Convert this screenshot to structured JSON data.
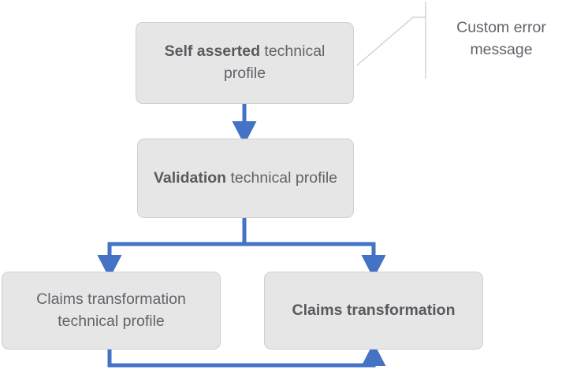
{
  "diagram": {
    "type": "flowchart",
    "accent_color": "#4472c4",
    "node_fill": "#e7e6e6",
    "node_border": "#cfcfcf",
    "text_color": "#63636b",
    "bold_text_color": "#59595f",
    "nodes": [
      {
        "id": "self-asserted",
        "bold_text": "Self asserted",
        "rest_text": " technical profile",
        "full_text": "Self asserted technical profile"
      },
      {
        "id": "validation",
        "bold_text": "Validation",
        "rest_text": " technical profile",
        "full_text": "Validation technical profile"
      },
      {
        "id": "claims-transformation-technical-profile",
        "bold_text": "",
        "rest_text": "Claims transformation technical profile",
        "full_text": "Claims transformation technical profile"
      },
      {
        "id": "claims-transformation",
        "bold_text": "Claims transformation",
        "rest_text": "",
        "full_text": "Claims transformation"
      }
    ],
    "callout": {
      "label": "Custom error message",
      "line_color": "#d0d0d0"
    },
    "connectors": [
      {
        "from": "self-asserted",
        "to": "validation",
        "style": "straight-arrow-down"
      },
      {
        "from": "validation",
        "to": "claims-transformation-technical-profile",
        "style": "elbow-arrow-down-left"
      },
      {
        "from": "validation",
        "to": "claims-transformation",
        "style": "elbow-arrow-down-right"
      },
      {
        "from": "claims-transformation-technical-profile",
        "to": "claims-transformation",
        "style": "elbow-arrow-loop-bottom"
      }
    ]
  }
}
